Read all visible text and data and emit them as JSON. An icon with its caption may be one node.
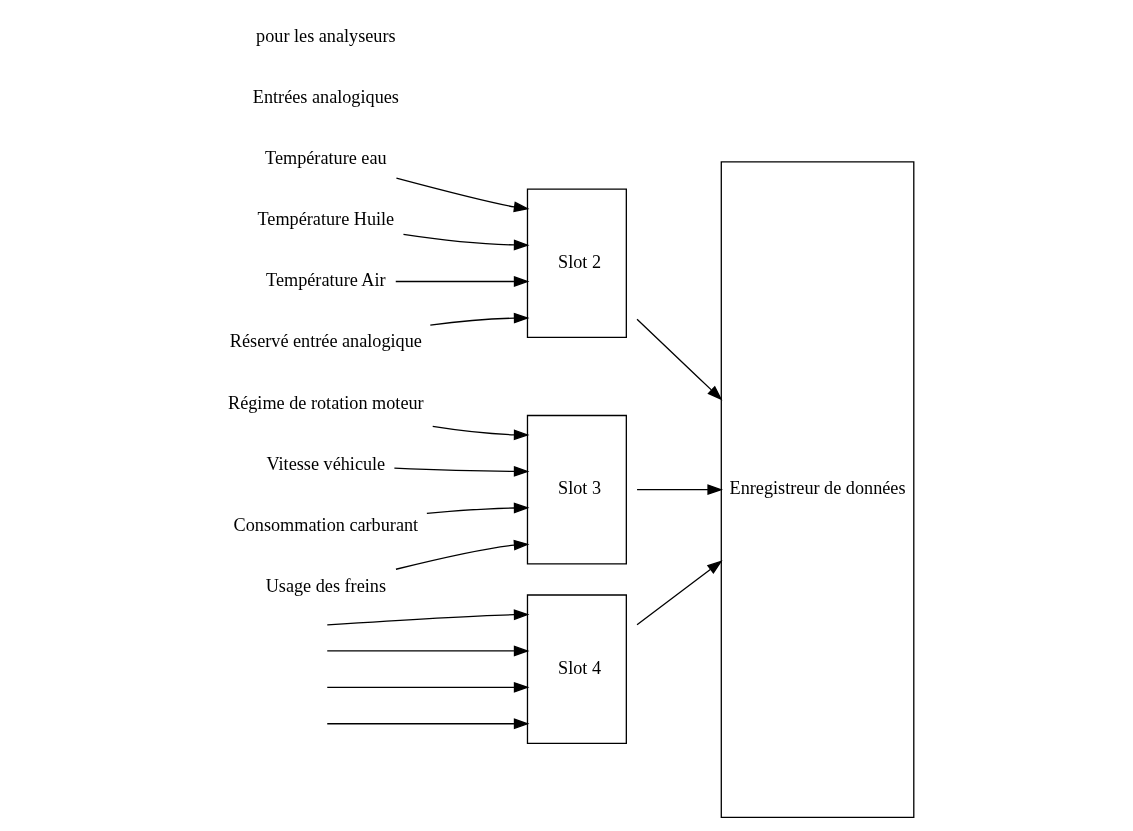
{
  "diagram": {
    "nodes": [
      {
        "text": [
          "Température eau"
        ]
      },
      {
        "text": [
          "Température Huile"
        ]
      },
      {
        "text": [
          "Température Air"
        ]
      },
      {
        "text": [
          "Réservé entrée analogique"
        ]
      },
      {
        "text": [
          "Slot 2"
        ]
      },
      {
        "text": [
          "Régime de rotation moteur"
        ]
      },
      {
        "text": [
          "Vitesse véhicule"
        ]
      },
      {
        "text": [
          "Consommation carburant"
        ]
      },
      {
        "text": [
          "Usage des freins"
        ]
      },
      {
        "text": [
          "Slot 3"
        ]
      },
      {
        "text": [
          "Slot 4"
        ]
      },
      {
        "text": [
          "Enregistreur de données"
        ]
      }
    ],
    "edges": [
      {
        "from": 0,
        "to": 4,
        "arrow": "to"
      },
      {
        "from": 1,
        "to": 4,
        "arrow": "to"
      },
      {
        "from": 2,
        "to": 4,
        "arrow": "to"
      },
      {
        "from": 3,
        "to": 4,
        "arrow": "to"
      },
      {
        "from": 5,
        "to": 9,
        "arrow": "to"
      },
      {
        "from": 6,
        "to": 9,
        "arrow": "to"
      },
      {
        "from": 7,
        "to": 9,
        "arrow": "to"
      },
      {
        "from": 8,
        "to": 9,
        "arrow": "to"
      },
      {
        "from": null,
        "to": 10,
        "arrow": "to"
      },
      {
        "from": null,
        "to": 10,
        "arrow": "to"
      },
      {
        "from": null,
        "to": 10,
        "arrow": "to"
      },
      {
        "from": null,
        "to": 10,
        "arrow": "to"
      },
      {
        "from": 4,
        "to": 11,
        "arrow": "to"
      },
      {
        "from": 9,
        "to": 11,
        "arrow": "to"
      },
      {
        "from": 10,
        "to": 11,
        "arrow": "to"
      }
    ],
    "labels": [
      "Entrées analogiques",
      "pour les analyseurs"
    ]
  }
}
